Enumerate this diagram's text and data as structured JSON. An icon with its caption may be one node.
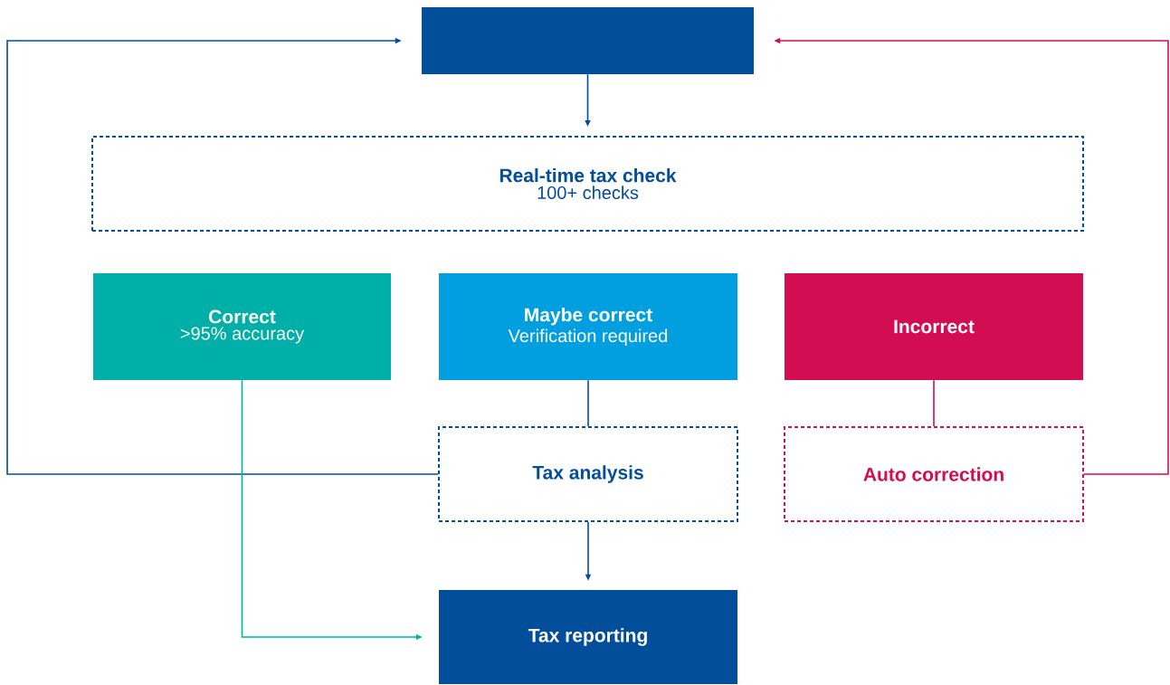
{
  "diagram": {
    "nodes": [
      {
        "text": [],
        "shape": "box"
      },
      {
        "text": [
          "Real-time tax check",
          "100+ checks"
        ]
      },
      {
        "text": [
          "Correct",
          ">95% accuracy"
        ]
      },
      {
        "text": [
          "Maybe correct",
          "Verification required"
        ]
      },
      {
        "text": [
          "Incorrect"
        ]
      },
      {
        "text": [
          "Tax analysis"
        ]
      },
      {
        "text": [
          "Auto correction"
        ]
      },
      {
        "text": [
          "Tax reporting"
        ]
      }
    ],
    "edges": [
      {
        "from": 0,
        "to": 1,
        "arrow": "to"
      },
      {
        "from": 5,
        "to": 0,
        "arrow": "to"
      },
      {
        "from": 6,
        "to": 0,
        "arrow": "to",
        "color": "#d30d51"
      },
      {
        "from": 2,
        "to": 7,
        "arrow": "to",
        "color": "#00b0a8"
      },
      {
        "from": 3,
        "to": 5,
        "arrow": "none"
      },
      {
        "from": 4,
        "to": 6,
        "arrow": "none",
        "color": "#d30d51"
      },
      {
        "from": 5,
        "to": 7,
        "arrow": "to"
      }
    ]
  }
}
